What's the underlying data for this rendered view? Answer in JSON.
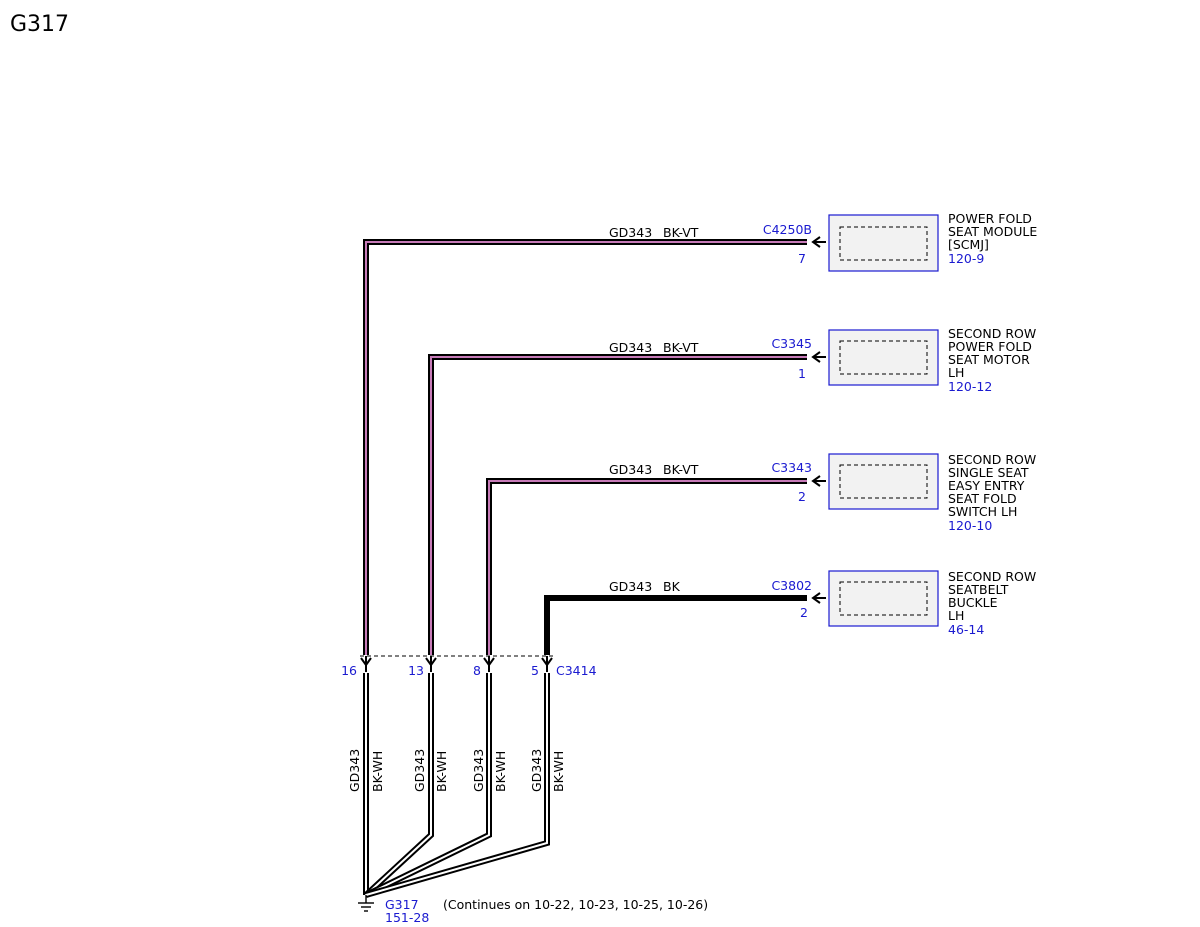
{
  "title": "G317",
  "colors": {
    "wire_outer": "#000000",
    "wire_violet": "#c77bb8",
    "wire_white": "#ffffff",
    "ref_blue": "#1a1ad0",
    "module_fill": "#f2f2f2"
  },
  "branches": [
    {
      "circuit": "GD343",
      "color_code": "BK-VT",
      "connector": "C4250B",
      "pin": "7",
      "module_lines": [
        "POWER FOLD",
        "SEAT MODULE",
        "[SCMJ]"
      ],
      "module_ref": "120-9",
      "splice_pin": "16"
    },
    {
      "circuit": "GD343",
      "color_code": "BK-VT",
      "connector": "C3345",
      "pin": "1",
      "module_lines": [
        "SECOND ROW",
        "POWER FOLD",
        "SEAT MOTOR",
        "LH"
      ],
      "module_ref": "120-12",
      "splice_pin": "13"
    },
    {
      "circuit": "GD343",
      "color_code": "BK-VT",
      "connector": "C3343",
      "pin": "2",
      "module_lines": [
        "SECOND ROW",
        "SINGLE SEAT",
        "EASY ENTRY",
        "SEAT FOLD",
        "SWITCH LH"
      ],
      "module_ref": "120-10",
      "splice_pin": "8"
    },
    {
      "circuit": "GD343",
      "color_code": "BK",
      "connector": "C3802",
      "pin": "2",
      "module_lines": [
        "SECOND ROW",
        "SEATBELT",
        "BUCKLE",
        "LH"
      ],
      "module_ref": "46-14",
      "splice_pin": "5"
    }
  ],
  "splice_connector": "C3414",
  "lower_wires": [
    {
      "circuit": "GD343",
      "color_code": "BK-WH"
    },
    {
      "circuit": "GD343",
      "color_code": "BK-WH"
    },
    {
      "circuit": "GD343",
      "color_code": "BK-WH"
    },
    {
      "circuit": "GD343",
      "color_code": "BK-WH"
    }
  ],
  "ground": {
    "label": "G317",
    "ref": "151-28",
    "note": "(Continues on 10-22, 10-23, 10-25, 10-26)"
  }
}
